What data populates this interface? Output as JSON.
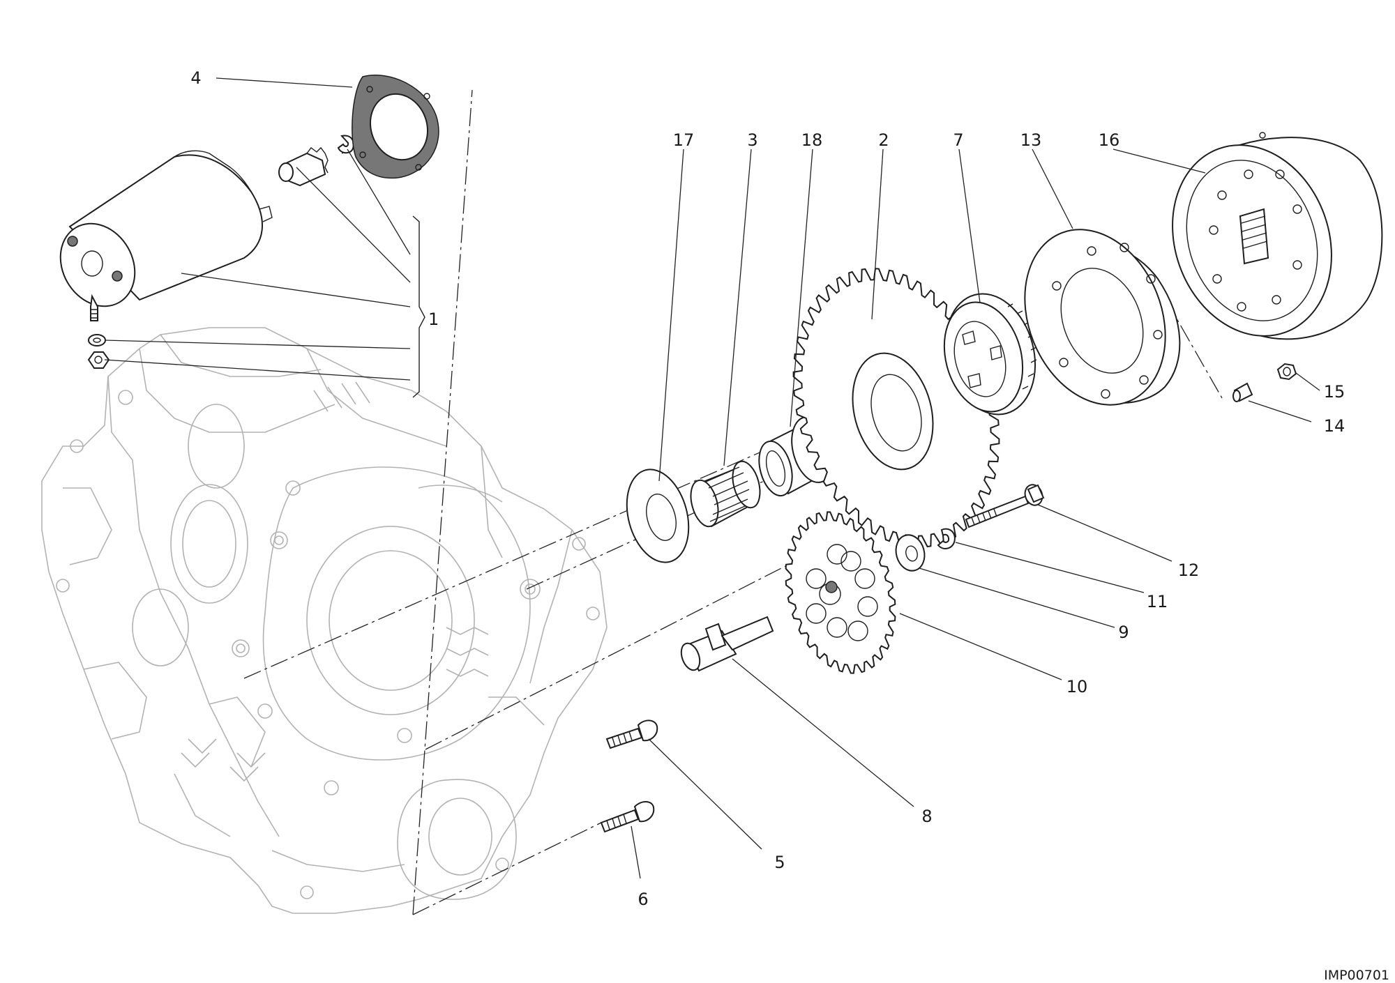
{
  "drawing": {
    "code": "IMP00701",
    "callouts": [
      "1",
      "2",
      "3",
      "4",
      "5",
      "6",
      "7",
      "8",
      "9",
      "10",
      "11",
      "12",
      "13",
      "14",
      "15",
      "16",
      "17",
      "18"
    ]
  },
  "colors": {
    "line": "#1e1e1e",
    "casing": "#b2b2b2",
    "background": "#ffffff"
  },
  "parts": [
    {
      "id": "1",
      "group": "starter-motor-assembly"
    },
    {
      "id": "2",
      "group": "idler-gear"
    },
    {
      "id": "3",
      "group": "needle-bearing"
    },
    {
      "id": "4",
      "group": "gasket"
    },
    {
      "id": "5",
      "group": "screw"
    },
    {
      "id": "6",
      "group": "screw"
    },
    {
      "id": "7",
      "group": "freewheel"
    },
    {
      "id": "8",
      "group": "shaft"
    },
    {
      "id": "9",
      "group": "washer"
    },
    {
      "id": "10",
      "group": "gear"
    },
    {
      "id": "11",
      "group": "circlip"
    },
    {
      "id": "12",
      "group": "screw"
    },
    {
      "id": "13",
      "group": "ring"
    },
    {
      "id": "14",
      "group": "dowel"
    },
    {
      "id": "15",
      "group": "nut"
    },
    {
      "id": "16",
      "group": "flywheel"
    },
    {
      "id": "17",
      "group": "washer"
    },
    {
      "id": "18",
      "group": "bushing"
    }
  ]
}
